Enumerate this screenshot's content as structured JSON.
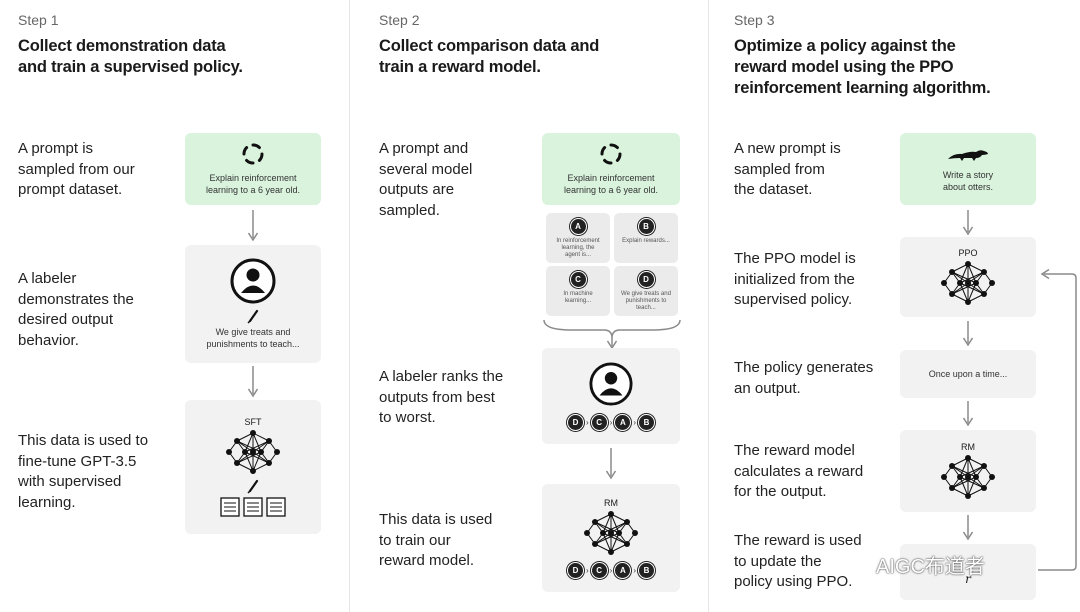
{
  "step1": {
    "label": "Step 1",
    "title": [
      "Collect demonstration data",
      "and train a supervised policy."
    ],
    "desc1": [
      "A prompt is",
      "sampled from our",
      "prompt dataset."
    ],
    "prompt": [
      "Explain reinforcement",
      "learning to a 6 year old."
    ],
    "desc2": [
      "A labeler",
      "demonstrates the",
      "desired output",
      "behavior."
    ],
    "demo_output": [
      "We give treats and",
      "punishments to teach..."
    ],
    "desc3": [
      "This data is used to",
      "fine-tune GPT-3.5",
      "with supervised",
      "learning."
    ],
    "model_label": "SFT"
  },
  "step2": {
    "label": "Step 2",
    "title": [
      "Collect comparison data and",
      "train a reward model."
    ],
    "desc1": [
      "A prompt and",
      "several model",
      "outputs are",
      "sampled."
    ],
    "prompt": [
      "Explain reinforcement",
      "learning to a 6 year old."
    ],
    "outputs": [
      {
        "letter": "A",
        "text": [
          "In reinforcement",
          "learning, the",
          "agent is..."
        ]
      },
      {
        "letter": "B",
        "text": [
          "Explain rewards..."
        ]
      },
      {
        "letter": "C",
        "text": [
          "In machine",
          "learning..."
        ]
      },
      {
        "letter": "D",
        "text": [
          "We give treats and",
          "punishments to",
          "teach..."
        ]
      }
    ],
    "desc2": [
      "A labeler ranks the",
      "outputs from best",
      "to worst."
    ],
    "ranking": [
      "D",
      "C",
      "A",
      "B"
    ],
    "desc3": [
      "This data is used",
      "to train our",
      "reward model."
    ],
    "model_label": "RM"
  },
  "step3": {
    "label": "Step 3",
    "title": [
      "Optimize a policy against the",
      "reward model using the PPO",
      "reinforcement learning algorithm."
    ],
    "desc1": [
      "A new prompt is",
      "sampled from",
      "the dataset."
    ],
    "prompt": [
      "Write a story",
      "about otters."
    ],
    "desc2": [
      "The PPO model is",
      "initialized from the",
      "supervised policy."
    ],
    "ppo_label": "PPO",
    "desc3": [
      "The policy generates",
      "an output."
    ],
    "output": "Once upon a time...",
    "desc4": [
      "The reward model",
      "calculates a reward",
      "for the output."
    ],
    "rm_label": "RM",
    "desc5": [
      "The reward is used",
      "to update the",
      "policy using PPO."
    ],
    "reward_symbol": "r"
  },
  "watermark": "AIGC布道者",
  "colors": {
    "green_box": "#d9f3dd",
    "gray_box": "#f2f2f2",
    "arrow": "#8a8a8a"
  }
}
